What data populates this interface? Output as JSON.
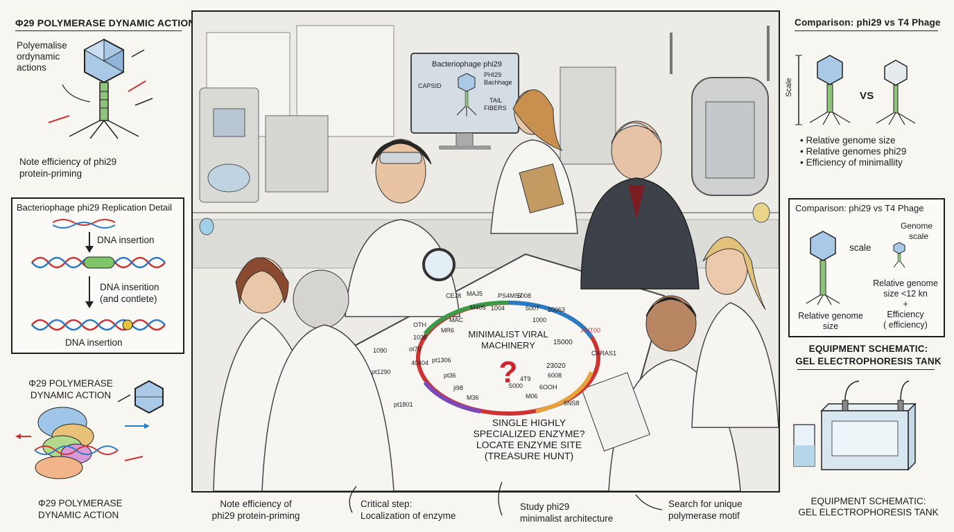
{
  "left": {
    "title_top": "Φ29 POLYMERASE DYNAMIC ACTION",
    "note_polymerase": [
      "Polyemalise",
      "ordynamic",
      "actions"
    ],
    "note_efficiency": [
      "Note efficiency of phi29",
      "protein-priming"
    ],
    "replication_box": {
      "title": "Bacteriophage phi29 Replication Detail",
      "step1": "DNA insertion",
      "step2": [
        "DNA inserition",
        "(and contlete)"
      ],
      "step3": "DNA insertion"
    },
    "polymerase_title": [
      "Φ29 POLYMERASE",
      "DYNAMIC ACTION"
    ],
    "polymerase_bottom": [
      "Φ29 POLYMERASE",
      "DYNAMIC ACTION"
    ]
  },
  "right": {
    "comparison_top": {
      "title": "Comparison: phi29 vs T4 Phage",
      "scale": "Scale",
      "vs": "VS",
      "bullets": [
        "Relative genome size",
        "Relative genomes phi29",
        "Efficiency of minimallity"
      ]
    },
    "comparison_box": {
      "title": "Comparison: phi29 vs T4 Phage",
      "genome_scale": [
        "Genome",
        "scale"
      ],
      "scale": "scale",
      "relative_left": [
        "Relative genome",
        "size"
      ],
      "relative_right": [
        "Relative genome",
        "size <12 kn"
      ],
      "plus": "+",
      "efficiency": [
        "Efficiency",
        "( efficiency)"
      ]
    },
    "equipment_top": [
      "EQUIPMENT SCHEMATIC:",
      "GEL ELECTROPHORESIS TANK"
    ],
    "equipment_bottom": [
      "EQUIPMENT SCHEMATIC:",
      "GEL ELECTROPHORESIS TANK"
    ]
  },
  "scene": {
    "monitor": {
      "title": "Bacteriophage phi29",
      "capsid": "CAPSID",
      "phage": [
        "PHI29",
        "Bachhage"
      ],
      "tail": [
        "TAIL",
        "FIBERS"
      ]
    },
    "genome_map": {
      "title": [
        "MINIMALIST VIRAL",
        "MACHINERY"
      ],
      "question": "?",
      "labels": [
        "MAJ5",
        "PS4MS7",
        "CEJ8",
        "M405",
        "1004",
        "5008",
        "5007",
        "1000",
        "20063",
        "15000",
        "23020",
        "6008",
        "4T9",
        "6OOH",
        "M06",
        "S000",
        "ji98",
        "M36",
        "pt36",
        "pt1306",
        "pt1801",
        "1090",
        "pt1290",
        "OTH",
        "1036",
        "40404",
        "ot70",
        "MAC",
        "MR6",
        "CARAS1",
        "ANT00",
        "6NS8"
      ]
    },
    "question_note": [
      "SINGLE HIGHLY",
      "SPECIALIZED ENZYME?",
      "LOCATE ENZYME SITE",
      "(TREASURE HUNT)"
    ]
  },
  "captions": [
    [
      "Note efficiency of",
      "phi29 protein-priming"
    ],
    [
      "Critical step:",
      "Localization of enzyme"
    ],
    [
      "Study phi29",
      "minimalist architecture"
    ],
    [
      "Search for unique",
      "polymerase motif"
    ]
  ]
}
